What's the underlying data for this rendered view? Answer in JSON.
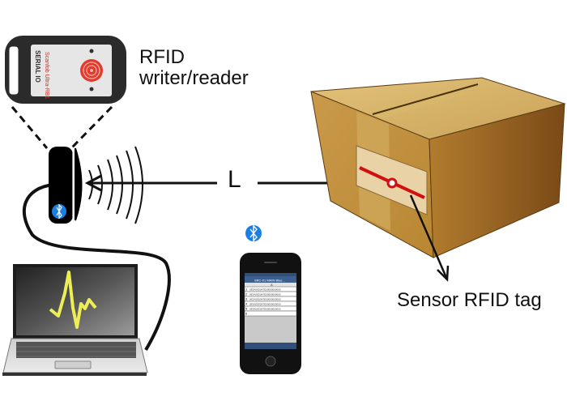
{
  "diagram": {
    "labels": {
      "reader_line1": "RFID",
      "reader_line2": "writer/reader",
      "distance": "L",
      "tag": "Sensor RFID tag"
    },
    "reader_device": {
      "brand": "SERIAL IO",
      "model": "Scanfob Ultra-RB1"
    },
    "phone_app": {
      "title": "SRC-01 MAIN Blue...",
      "column_header": "A",
      "row_numbers": [
        "1",
        "2",
        "3",
        "4",
        "5",
        "6"
      ],
      "rows": [
        "0E3A00D0A7E00000000000",
        "0E3A00D0A7E00000000000",
        "0E3A00D0A7E00000000000",
        "0E3A00D0A7E00000000000",
        "0E3A00D0A7E00000000000",
        ""
      ]
    },
    "colors": {
      "bluetooth": "#1a7fe0",
      "tag_line": "#d10f0f",
      "signal_wave": "#c8cf3a",
      "box": "#c89a4a"
    },
    "icons": [
      "bluetooth-icon",
      "bluetooth-icon"
    ]
  }
}
